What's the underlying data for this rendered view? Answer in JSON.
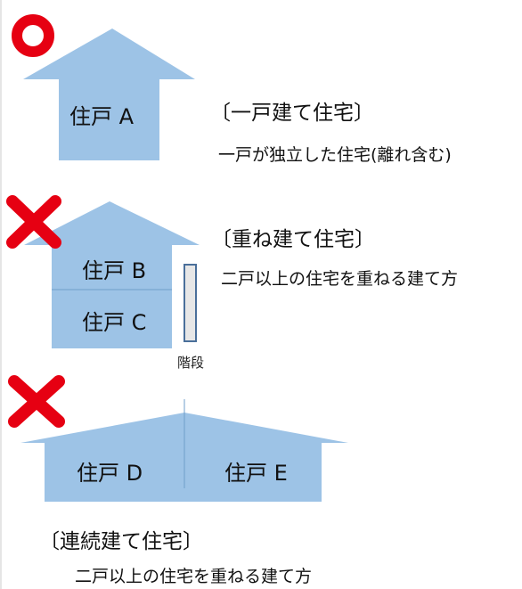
{
  "colors": {
    "house_fill": "#9DC3E6",
    "divider": "#6F9FCB",
    "stair_fill": "#E7E7E7",
    "stair_stroke": "#4A6F9A",
    "ok_mark": "#E60012",
    "ng_mark": "#E60012"
  },
  "sections": [
    {
      "mark": "○",
      "mark_icon": "ok-circle-icon",
      "units": [
        "住戸 A"
      ],
      "heading": "〔一戸建て住宅〕",
      "description": "一戸が独立した住宅(離れ含む)"
    },
    {
      "mark": "×",
      "mark_icon": "ng-cross-icon",
      "units": [
        "住戸 B",
        "住戸 C"
      ],
      "heading": "〔重ね建て住宅〕",
      "description": "二戸以上の住宅を重ねる建て方",
      "stair_label": "階段"
    },
    {
      "mark": "×",
      "mark_icon": "ng-cross-icon",
      "units": [
        "住戸 D",
        "住戸 E"
      ],
      "heading": "〔連続建て住宅〕",
      "description": "二戸以上の住宅を重ねる建て方"
    }
  ]
}
